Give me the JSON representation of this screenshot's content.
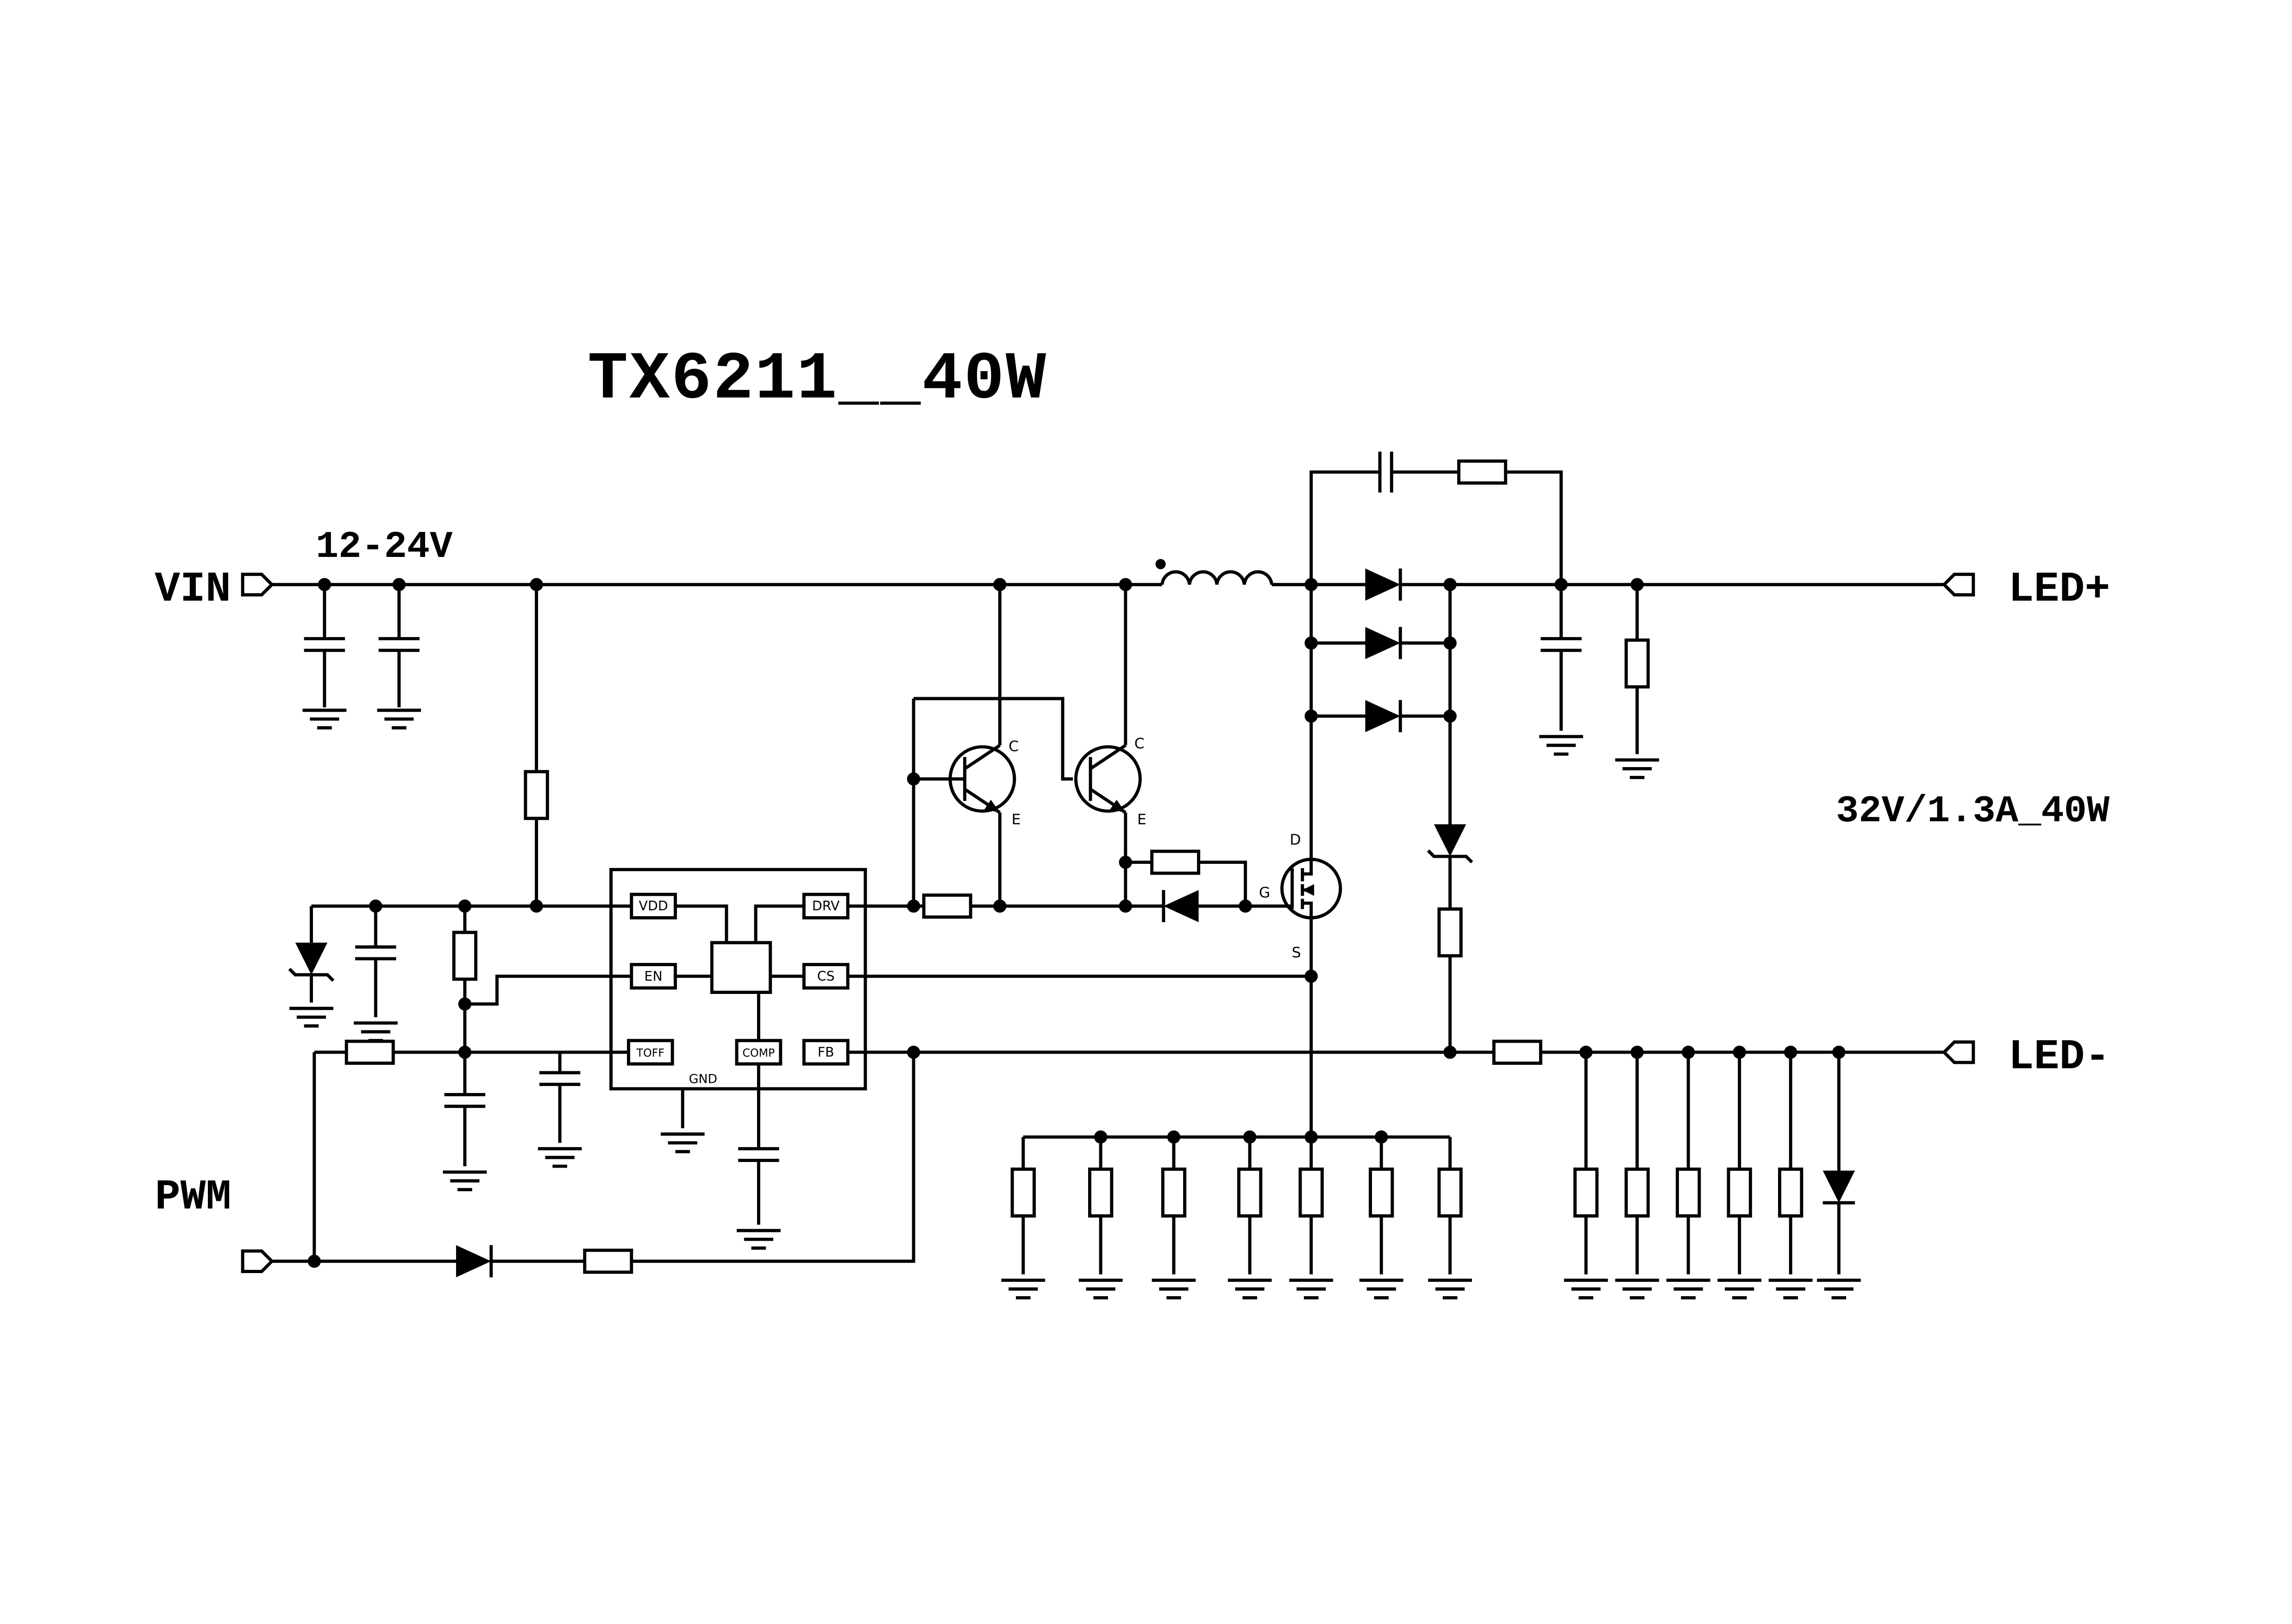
{
  "title": "TX6211__40W",
  "labels": {
    "vin": "VIN",
    "vin_range": "12-24V",
    "pwm": "PWM",
    "led_plus": "LED+",
    "led_minus": "LED-",
    "output_spec": "32V/1.3A_40W"
  },
  "ic": {
    "pin_vdd": "VDD",
    "pin_en": "EN",
    "pin_toff": "TOFF",
    "pin_drv": "DRV",
    "pin_cs": "CS",
    "pin_comp": "COMP",
    "pin_fb": "FB",
    "pin_gnd": "GND"
  },
  "q1": {
    "c": "C",
    "e": "E"
  },
  "q2": {
    "c": "C",
    "e": "E"
  },
  "mosfet": {
    "d": "D",
    "g": "G",
    "s": "S"
  },
  "colors": {
    "ink": "#000000",
    "bg": "#ffffff"
  }
}
